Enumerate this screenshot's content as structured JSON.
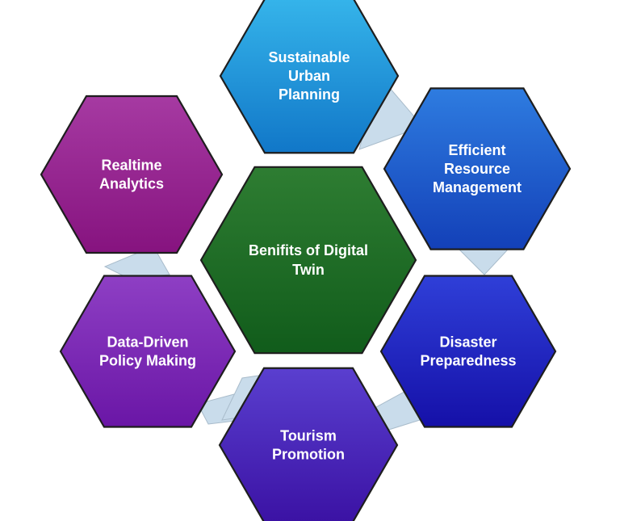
{
  "center": {
    "label_lines": [
      "Benifits of Digital",
      "Twin"
    ],
    "color_top": "#2e7d32",
    "color_bottom": "#115c1b"
  },
  "benefits": [
    {
      "id": "sustainable-urban-planning",
      "label_lines": [
        "Sustainable",
        "Urban",
        "Planning"
      ],
      "color_top": "#35b4ea",
      "color_bottom": "#1177c8"
    },
    {
      "id": "efficient-resource-management",
      "label_lines": [
        "Efficient",
        "Resource",
        "Management"
      ],
      "color_top": "#2e7ce0",
      "color_bottom": "#1340b8"
    },
    {
      "id": "disaster-preparedness",
      "label_lines": [
        "Disaster",
        "Preparedness"
      ],
      "color_top": "#2f3fd8",
      "color_bottom": "#1510a8"
    },
    {
      "id": "tourism-promotion",
      "label_lines": [
        "Tourism",
        "Promotion"
      ],
      "color_top": "#5a3fcf",
      "color_bottom": "#3b12a4"
    },
    {
      "id": "data-driven-policy-making",
      "label_lines": [
        "Data-Driven",
        "Policy Making"
      ],
      "color_top": "#8e3fc4",
      "color_bottom": "#6a16a6"
    },
    {
      "id": "realtime-analytics",
      "label_lines": [
        "Realtime",
        "Analytics"
      ],
      "color_top": "#a63aa2",
      "color_bottom": "#86137f"
    }
  ]
}
